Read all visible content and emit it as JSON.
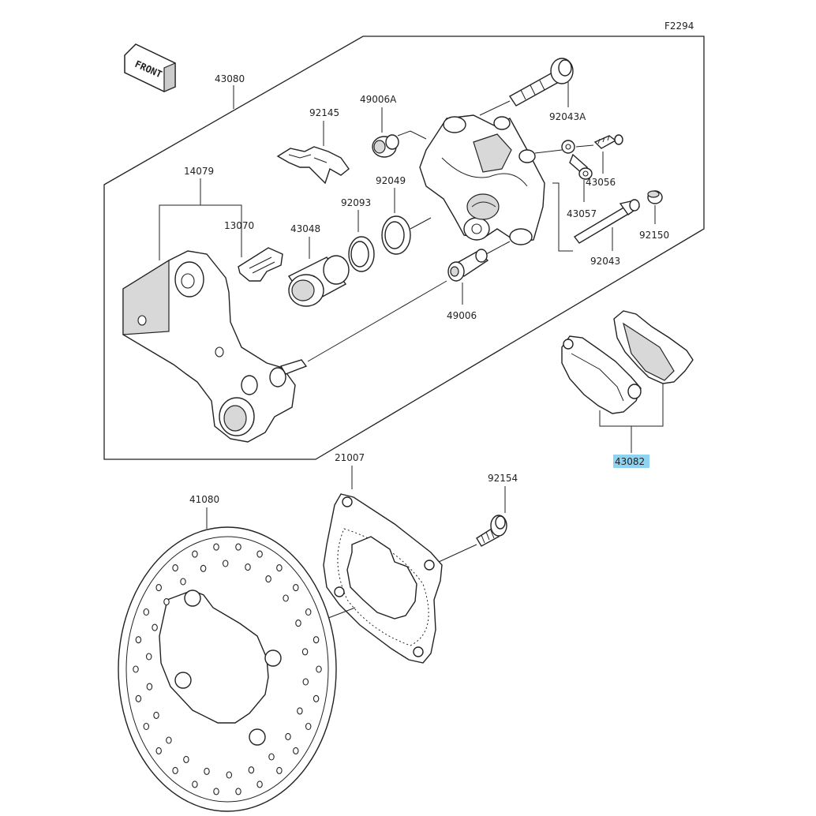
{
  "figure_code": "F2294",
  "front_marker": "FRONT",
  "parts": {
    "p43080": "43080",
    "p92145": "92145",
    "p49006A": "49006A",
    "p92043A": "92043A",
    "p14079": "14079",
    "p13070": "13070",
    "p43048": "43048",
    "p92093": "92093",
    "p92049": "92049",
    "p43056": "43056",
    "p43057": "43057",
    "p92150": "92150",
    "p92043": "92043",
    "p49006": "49006",
    "p43082": "43082",
    "p21007": "21007",
    "p92154": "92154",
    "p41080": "41080"
  },
  "highlighted_part": "43082",
  "highlight_color": "#8fd3f2"
}
